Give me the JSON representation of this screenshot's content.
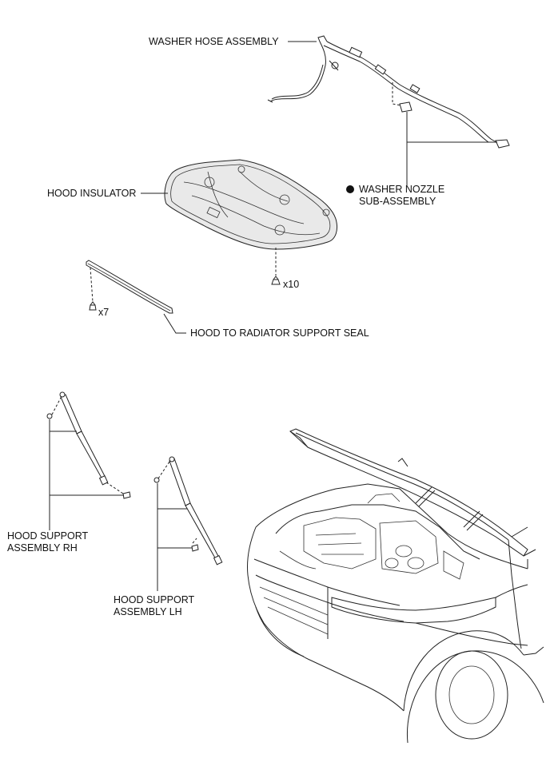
{
  "labels": {
    "washer_hose": "WASHER HOSE ASSEMBLY",
    "washer_nozzle_line1": "WASHER NOZZLE",
    "washer_nozzle_line2": "SUB-ASSEMBLY",
    "hood_insulator": "HOOD INSULATOR",
    "clip_count_insulator": "x10",
    "clip_count_seal": "x7",
    "hood_seal": "HOOD TO RADIATOR SUPPORT SEAL",
    "support_rh_line1": "HOOD SUPPORT",
    "support_rh_line2": "ASSEMBLY RH",
    "support_lh_line1": "HOOD SUPPORT",
    "support_lh_line2": "ASSEMBLY LH"
  },
  "markers": {
    "non_reusable_part": "filled-circle"
  }
}
